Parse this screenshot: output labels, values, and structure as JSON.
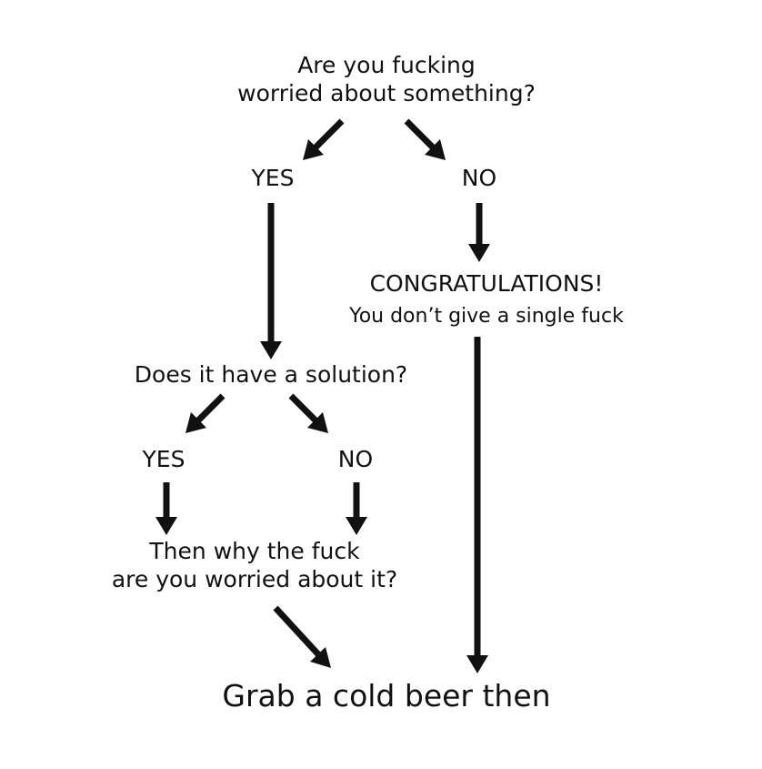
{
  "flowchart": {
    "question_1": {
      "line_1": "Are you fucking",
      "line_2": "worried about something?"
    },
    "question_1_yes": "YES",
    "question_1_no": "NO",
    "congratulations": {
      "title": "CONGRATULATIONS!",
      "subtitle": "You don’t give a single fuck"
    },
    "question_2": "Does it have a solution?",
    "question_2_yes": "YES",
    "question_2_no": "NO",
    "why_worried": {
      "line_1": "Then why the fuck",
      "line_2": "are you worried about it?"
    },
    "final": "Grab a cold beer then"
  },
  "colors": {
    "background": "#ffffff",
    "ink": "#111111"
  }
}
